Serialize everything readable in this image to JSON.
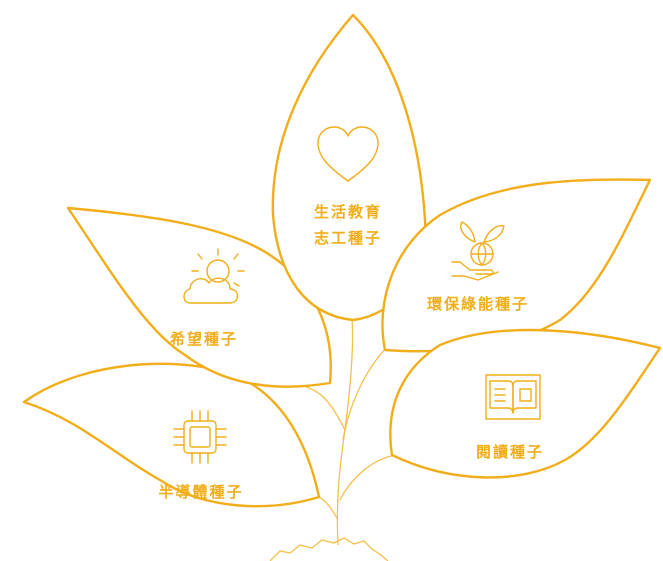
{
  "accent_color": "#F1AD1A",
  "seeds": [
    {
      "id": "life-education",
      "icon": "heart-icon",
      "lines": [
        "生活教育",
        "志工種子"
      ]
    },
    {
      "id": "eco-energy",
      "icon": "plant-globe-hand-icon",
      "lines": [
        "環保綠能種子"
      ]
    },
    {
      "id": "hope",
      "icon": "sun-cloud-icon",
      "lines": [
        "希望種子"
      ]
    },
    {
      "id": "reading",
      "icon": "book-icon",
      "lines": [
        "閱讀種子"
      ]
    },
    {
      "id": "semiconductor",
      "icon": "chip-icon",
      "lines": [
        "半導體種子"
      ]
    }
  ]
}
